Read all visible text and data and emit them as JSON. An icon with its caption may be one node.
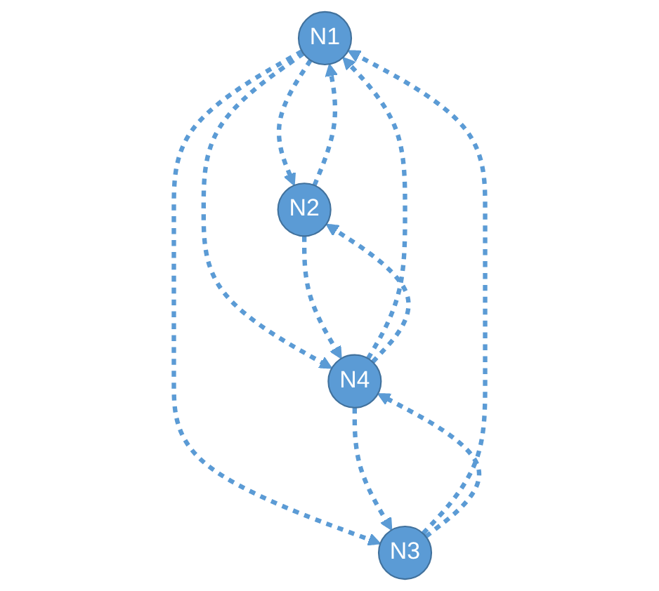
{
  "diagram": {
    "nodes": [
      {
        "text": [
          "N1"
        ]
      },
      {
        "text": [
          "N2"
        ]
      },
      {
        "text": [
          "N3"
        ]
      },
      {
        "text": [
          "N4"
        ]
      }
    ],
    "edges": [
      {
        "from": 0,
        "to": 1,
        "arrow": "to",
        "style": "dashed"
      },
      {
        "from": 1,
        "to": 0,
        "arrow": "to",
        "style": "dashed"
      },
      {
        "from": 0,
        "to": 2,
        "arrow": "to",
        "style": "dashed"
      },
      {
        "from": 2,
        "to": 0,
        "arrow": "to",
        "style": "dashed"
      },
      {
        "from": 0,
        "to": 3,
        "arrow": "to",
        "style": "dashed"
      },
      {
        "from": 3,
        "to": 0,
        "arrow": "to",
        "style": "dashed"
      },
      {
        "from": 1,
        "to": 3,
        "arrow": "to",
        "style": "dashed"
      },
      {
        "from": 3,
        "to": 1,
        "arrow": "to",
        "style": "dashed"
      },
      {
        "from": 3,
        "to": 2,
        "arrow": "to",
        "style": "dashed"
      },
      {
        "from": 2,
        "to": 3,
        "arrow": "to",
        "style": "dashed"
      }
    ]
  }
}
